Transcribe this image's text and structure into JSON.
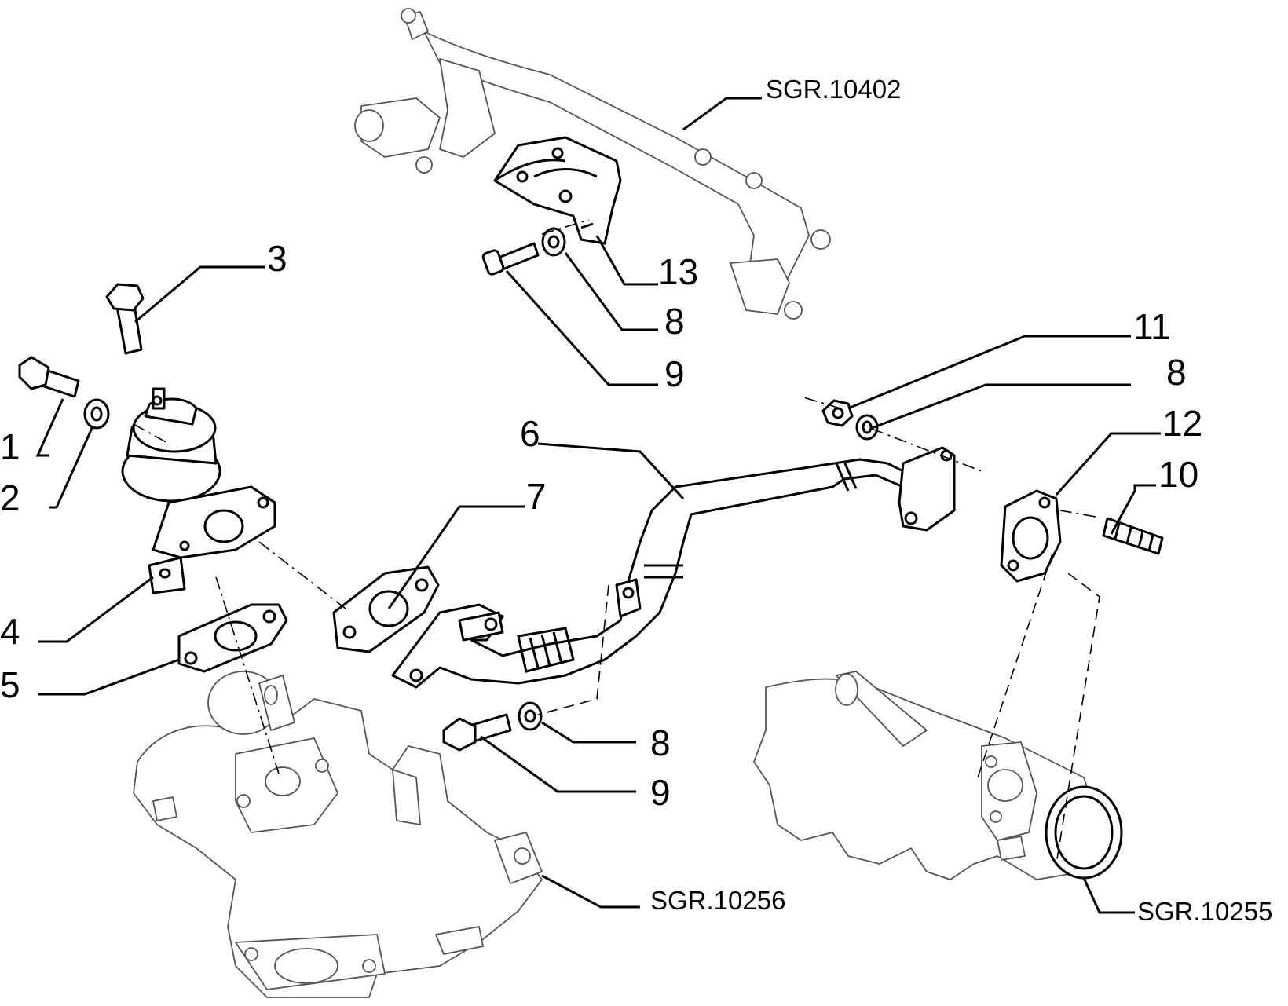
{
  "callouts": {
    "c1": "1",
    "c2": "2",
    "c3": "3",
    "c4": "4",
    "c5": "5",
    "c6": "6",
    "c7": "7",
    "c8a": "8",
    "c8b": "8",
    "c8c": "8",
    "c9a": "9",
    "c9b": "9",
    "c10": "10",
    "c11": "11",
    "c12": "12",
    "c13": "13"
  },
  "references": {
    "top": "SGR.10402",
    "bottom_center": "SGR.10256",
    "bottom_right": "SGR.10255"
  }
}
